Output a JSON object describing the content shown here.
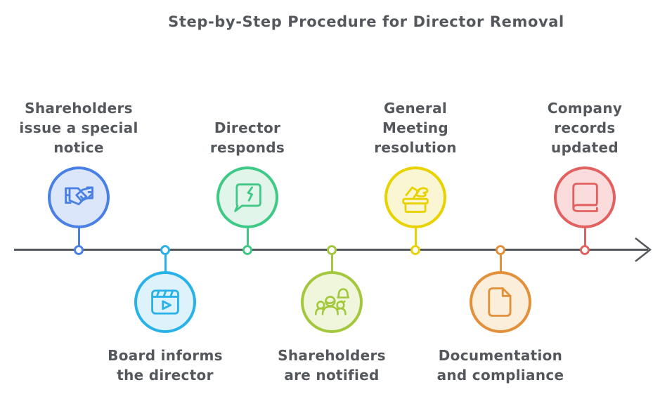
{
  "title": "Step-by-Step Procedure for Director Removal",
  "colors": {
    "background": "#ffffff",
    "text": "#54585d",
    "timeline": "#54585d"
  },
  "timeline": {
    "direction": "left-to-right",
    "arrowhead": "right"
  },
  "steps": [
    {
      "order": 1,
      "side": "above",
      "label": "Shareholders issue a special notice",
      "lines": [
        "Shareholders",
        "issue a special",
        "notice"
      ],
      "icon": "handshake-icon",
      "accent": "#4a80e4",
      "fill": "#dbe6fb"
    },
    {
      "order": 2,
      "side": "below",
      "label": "Board informs the director",
      "lines": [
        "Board informs",
        "the director"
      ],
      "icon": "video-player-icon",
      "accent": "#28b2e8",
      "fill": "#def2fb"
    },
    {
      "order": 3,
      "side": "above",
      "label": "Director responds",
      "lines": [
        "Director",
        "responds"
      ],
      "icon": "speech-bubble-icon",
      "accent": "#40c986",
      "fill": "#e2f5ea"
    },
    {
      "order": 4,
      "side": "below",
      "label": "Shareholders are notified",
      "lines": [
        "Shareholders",
        "are notified"
      ],
      "icon": "people-bell-icon",
      "accent": "#a3c83e",
      "fill": "#f0f6db"
    },
    {
      "order": 5,
      "side": "above",
      "label": "General Meeting resolution",
      "lines": [
        "General",
        "Meeting",
        "resolution"
      ],
      "icon": "ballot-box-icon",
      "accent": "#e8d200",
      "fill": "#faf5d2"
    },
    {
      "order": 6,
      "side": "below",
      "label": "Documentation and compliance",
      "lines": [
        "Documentation",
        "and compliance"
      ],
      "icon": "document-icon",
      "accent": "#e2903a",
      "fill": "#fbeedb"
    },
    {
      "order": 7,
      "side": "above",
      "label": "Company records updated",
      "lines": [
        "Company",
        "records",
        "updated"
      ],
      "icon": "book-icon",
      "accent": "#e16161",
      "fill": "#fadcdc"
    }
  ]
}
